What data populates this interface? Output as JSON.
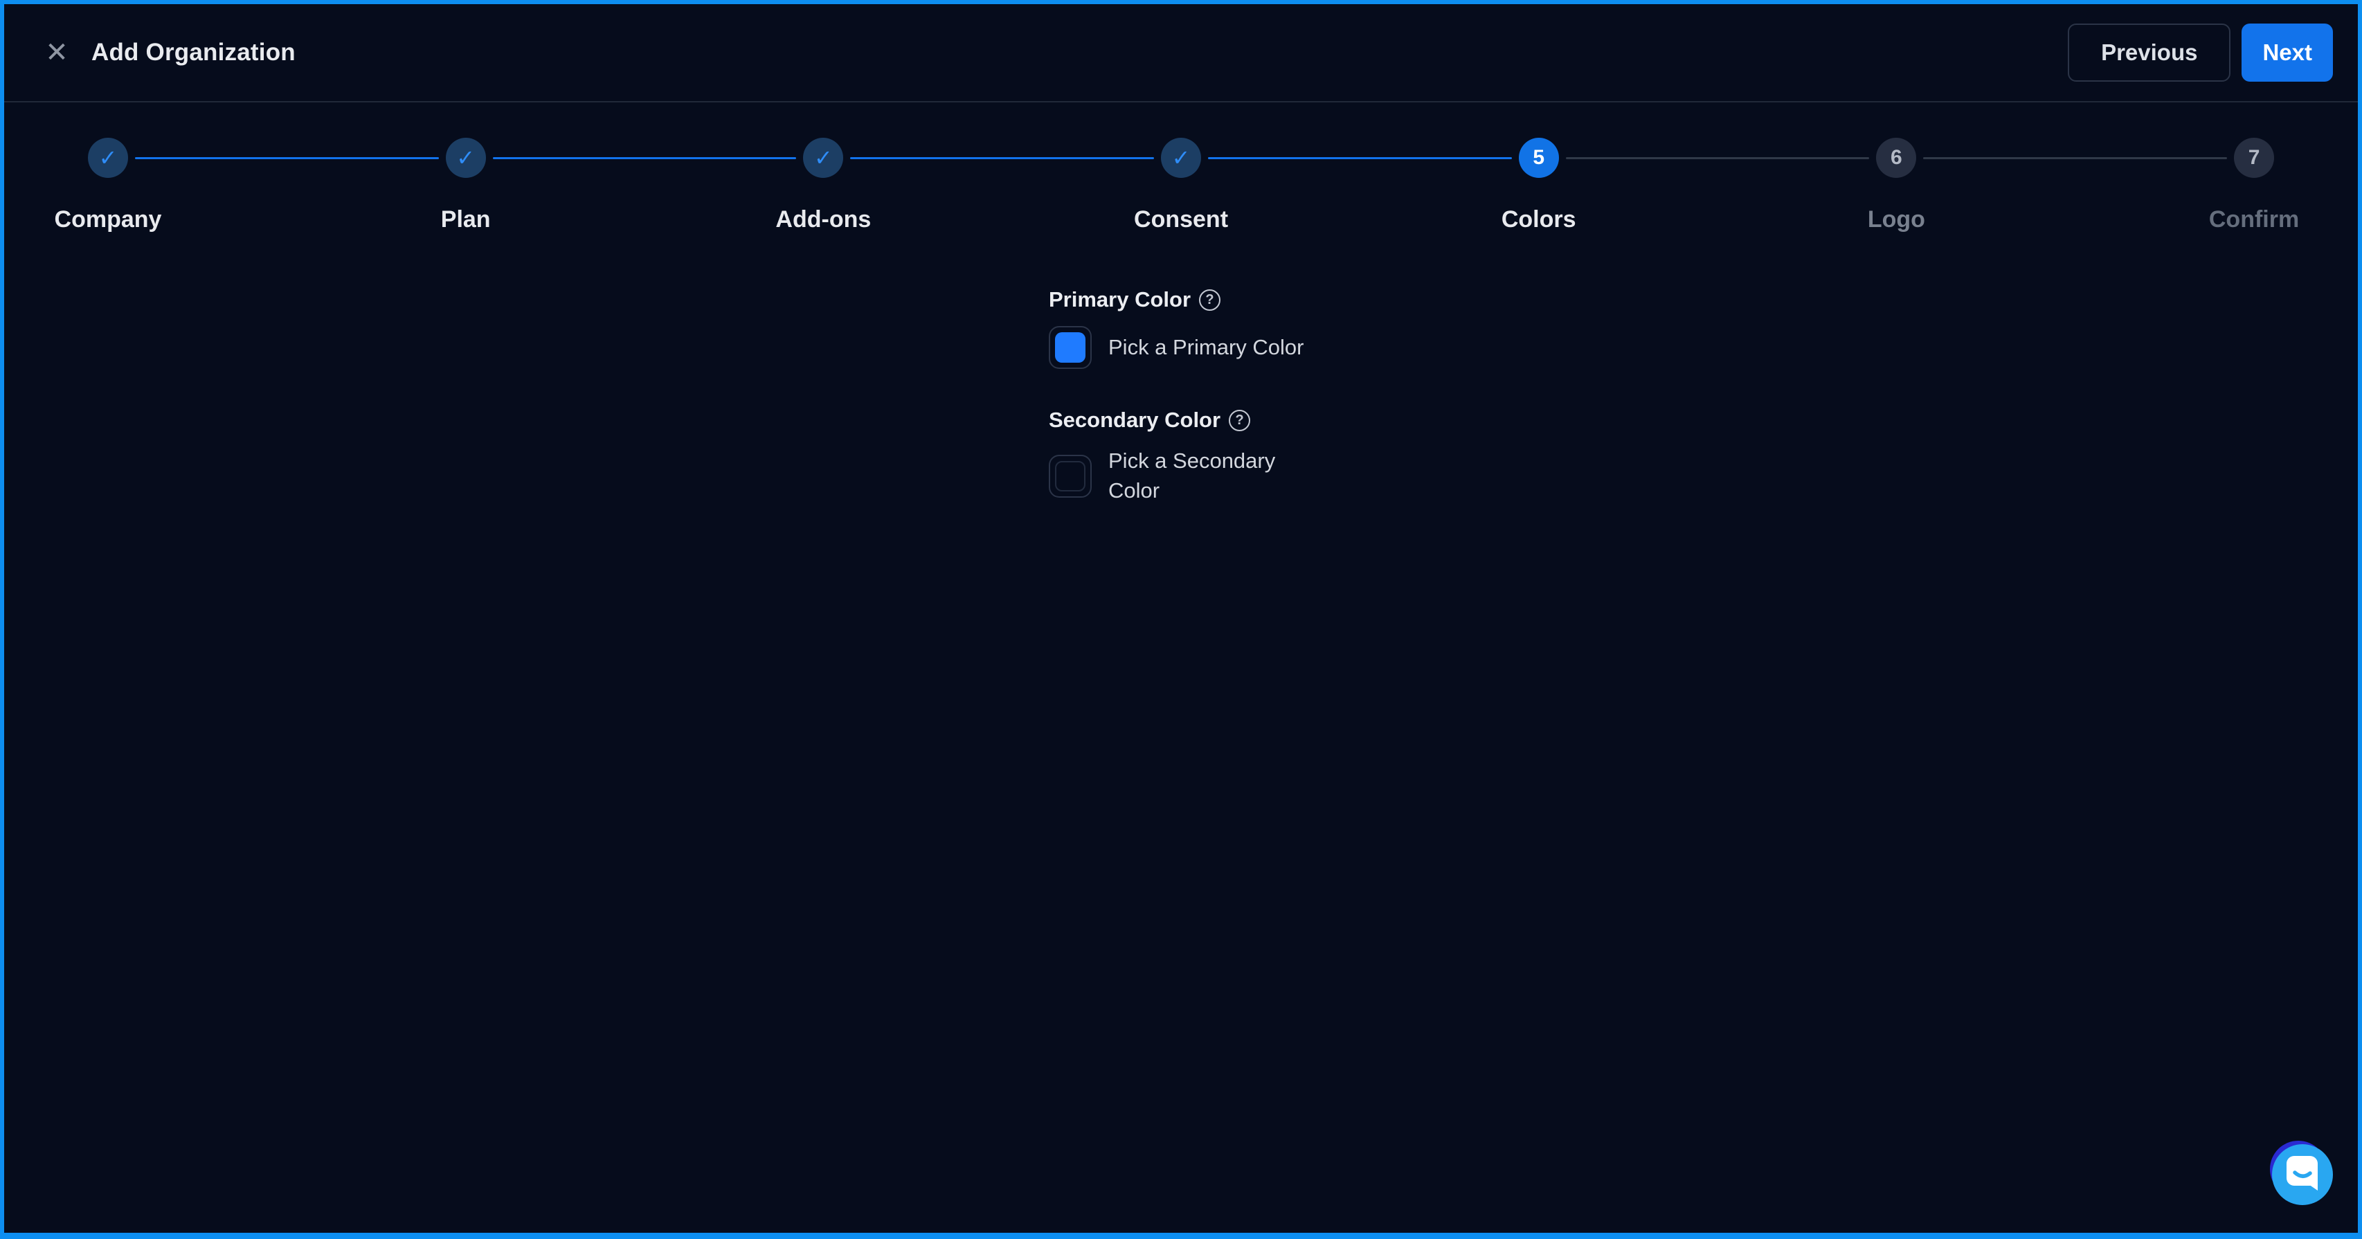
{
  "window": {
    "title": "Add Organization"
  },
  "icons": {
    "close": "✕",
    "check": "✓",
    "help": "?"
  },
  "header": {
    "buttons": {
      "previous": "Previous",
      "next": "Next"
    }
  },
  "stepper": {
    "steps": [
      {
        "label": "Company",
        "state": "completed"
      },
      {
        "label": "Plan",
        "state": "completed"
      },
      {
        "label": "Add-ons",
        "state": "completed"
      },
      {
        "label": "Consent",
        "state": "completed"
      },
      {
        "label": "Colors",
        "number": "5",
        "state": "active"
      },
      {
        "label": "Logo",
        "number": "6",
        "state": "upcoming"
      },
      {
        "label": "Confirm",
        "number": "7",
        "state": "upcoming"
      }
    ]
  },
  "form": {
    "primary_color": {
      "label": "Primary Color",
      "picker_label": "Pick a Primary Color",
      "swatch_hex": "#1f7bff",
      "swatch_style": "background:#1f7bff"
    },
    "secondary_color": {
      "label": "Secondary Color",
      "picker_label": "Pick a Secondary Color",
      "swatch_hex": ""
    }
  },
  "theme": {
    "accent_blue": "#1273eb",
    "frame_border": "#0d8ef0",
    "background": "#060c1c",
    "completed_circle": "#1c3e64",
    "check_blue": "#2f8df8",
    "launcher_front": "#29a7f1",
    "launcher_back": "#2a2ad2"
  }
}
